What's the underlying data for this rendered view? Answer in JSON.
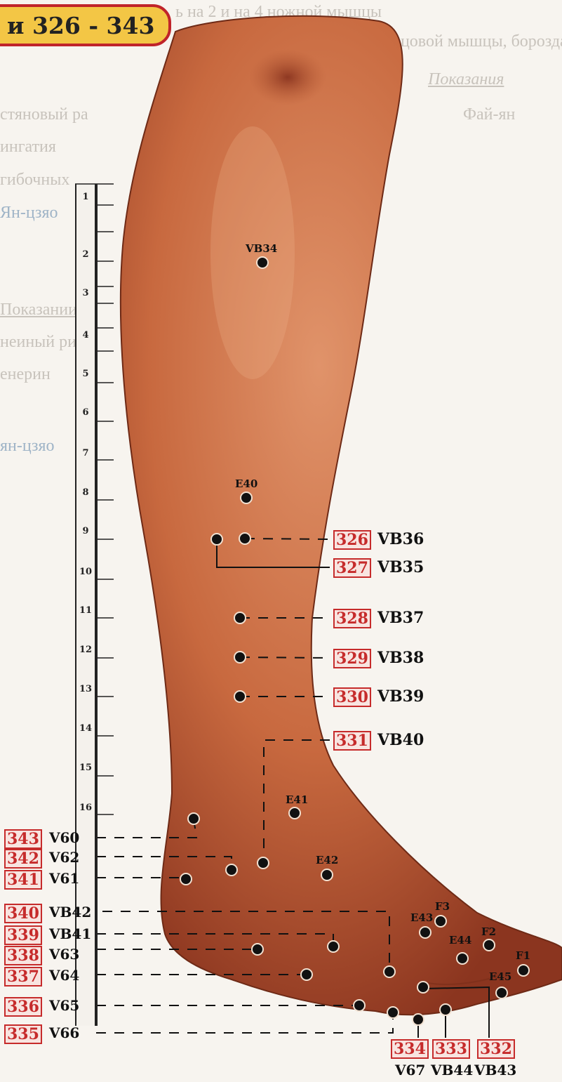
{
  "header": {
    "text": "и 326 - 343"
  },
  "background_text": [
    {
      "text": "ь на 2 и на 4 ножной мышцы",
      "cls": ""
    },
    {
      "text": "ьцовой мышцы, борозда",
      "cls": ""
    },
    {
      "text": "Показания",
      "cls": ""
    },
    {
      "text": "стяновый ра",
      "cls": ""
    },
    {
      "text": "Фай-ян",
      "cls": ""
    },
    {
      "text": "ингатия",
      "cls": ""
    },
    {
      "text": "гибочных",
      "cls": ""
    },
    {
      "text": "Ян-цзяо",
      "cls": "blue"
    },
    {
      "text": "Показании",
      "cls": ""
    },
    {
      "text": "неиный ри",
      "cls": ""
    },
    {
      "text": "енерин",
      "cls": ""
    },
    {
      "text": "ян-цзяо",
      "cls": "blue"
    }
  ],
  "ruler": {
    "ticks": [
      "1",
      "2",
      "3",
      "4",
      "5",
      "6",
      "7",
      "8",
      "9",
      "10",
      "11",
      "12",
      "13",
      "14",
      "15",
      "16"
    ]
  },
  "points": [
    {
      "label": "VB34"
    },
    {
      "label": "E40"
    },
    {
      "label": "E41"
    },
    {
      "label": "E42"
    },
    {
      "label": "E43"
    },
    {
      "label": "E44"
    },
    {
      "label": "E45"
    },
    {
      "label": "F1"
    },
    {
      "label": "F2"
    },
    {
      "label": "F3"
    }
  ],
  "right_labels": [
    {
      "num": "326",
      "code": "VB36"
    },
    {
      "num": "327",
      "code": "VB35"
    },
    {
      "num": "328",
      "code": "VB37"
    },
    {
      "num": "329",
      "code": "VB38"
    },
    {
      "num": "330",
      "code": "VB39"
    },
    {
      "num": "331",
      "code": "VB40"
    }
  ],
  "left_labels": [
    {
      "num": "343",
      "code": "V60"
    },
    {
      "num": "342",
      "code": "V62"
    },
    {
      "num": "341",
      "code": "V61"
    },
    {
      "num": "340",
      "code": "VB42"
    },
    {
      "num": "339",
      "code": "VB41"
    },
    {
      "num": "338",
      "code": "V63"
    },
    {
      "num": "337",
      "code": "V64"
    },
    {
      "num": "336",
      "code": "V65"
    },
    {
      "num": "335",
      "code": "V66"
    }
  ],
  "bottom_labels": [
    {
      "num": "334",
      "code": "V67"
    },
    {
      "num": "333",
      "code": "VB44"
    },
    {
      "num": "332",
      "code": "VB43"
    }
  ],
  "colors": {
    "skin": "#c7673d",
    "skin_dark": "#7e2e1a",
    "accent_red": "#c62b2b",
    "header_yellow": "#f3c645"
  }
}
